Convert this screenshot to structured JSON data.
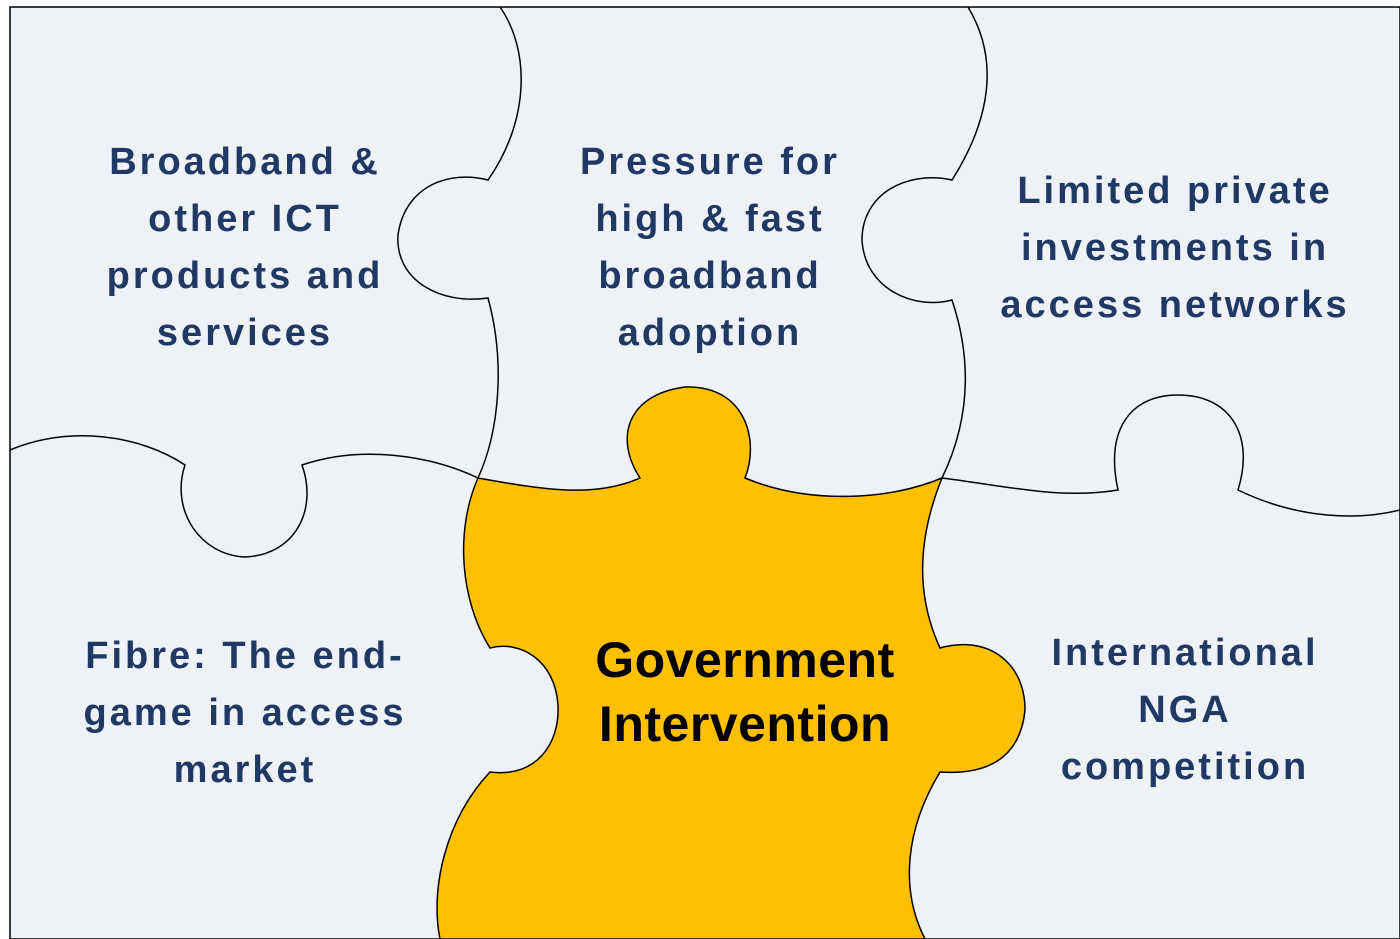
{
  "diagram": {
    "colors": {
      "piece_fill": "#eef2f7",
      "center_fill": "#ffc000",
      "outline": "#000000",
      "label_text": "#1f3864",
      "center_text": "#000000"
    },
    "pieces": {
      "top_left": "Broadband &\nother ICT\nproducts and\nservices",
      "top_middle": "Pressure for\nhigh & fast\nbroadband\nadoption",
      "top_right": "Limited private\ninvestments in\naccess networks",
      "bottom_left": "Fibre: The end-\ngame in access\nmarket",
      "center": "Government\nIntervention",
      "bottom_right": "International\nNGA\ncompetition"
    }
  }
}
